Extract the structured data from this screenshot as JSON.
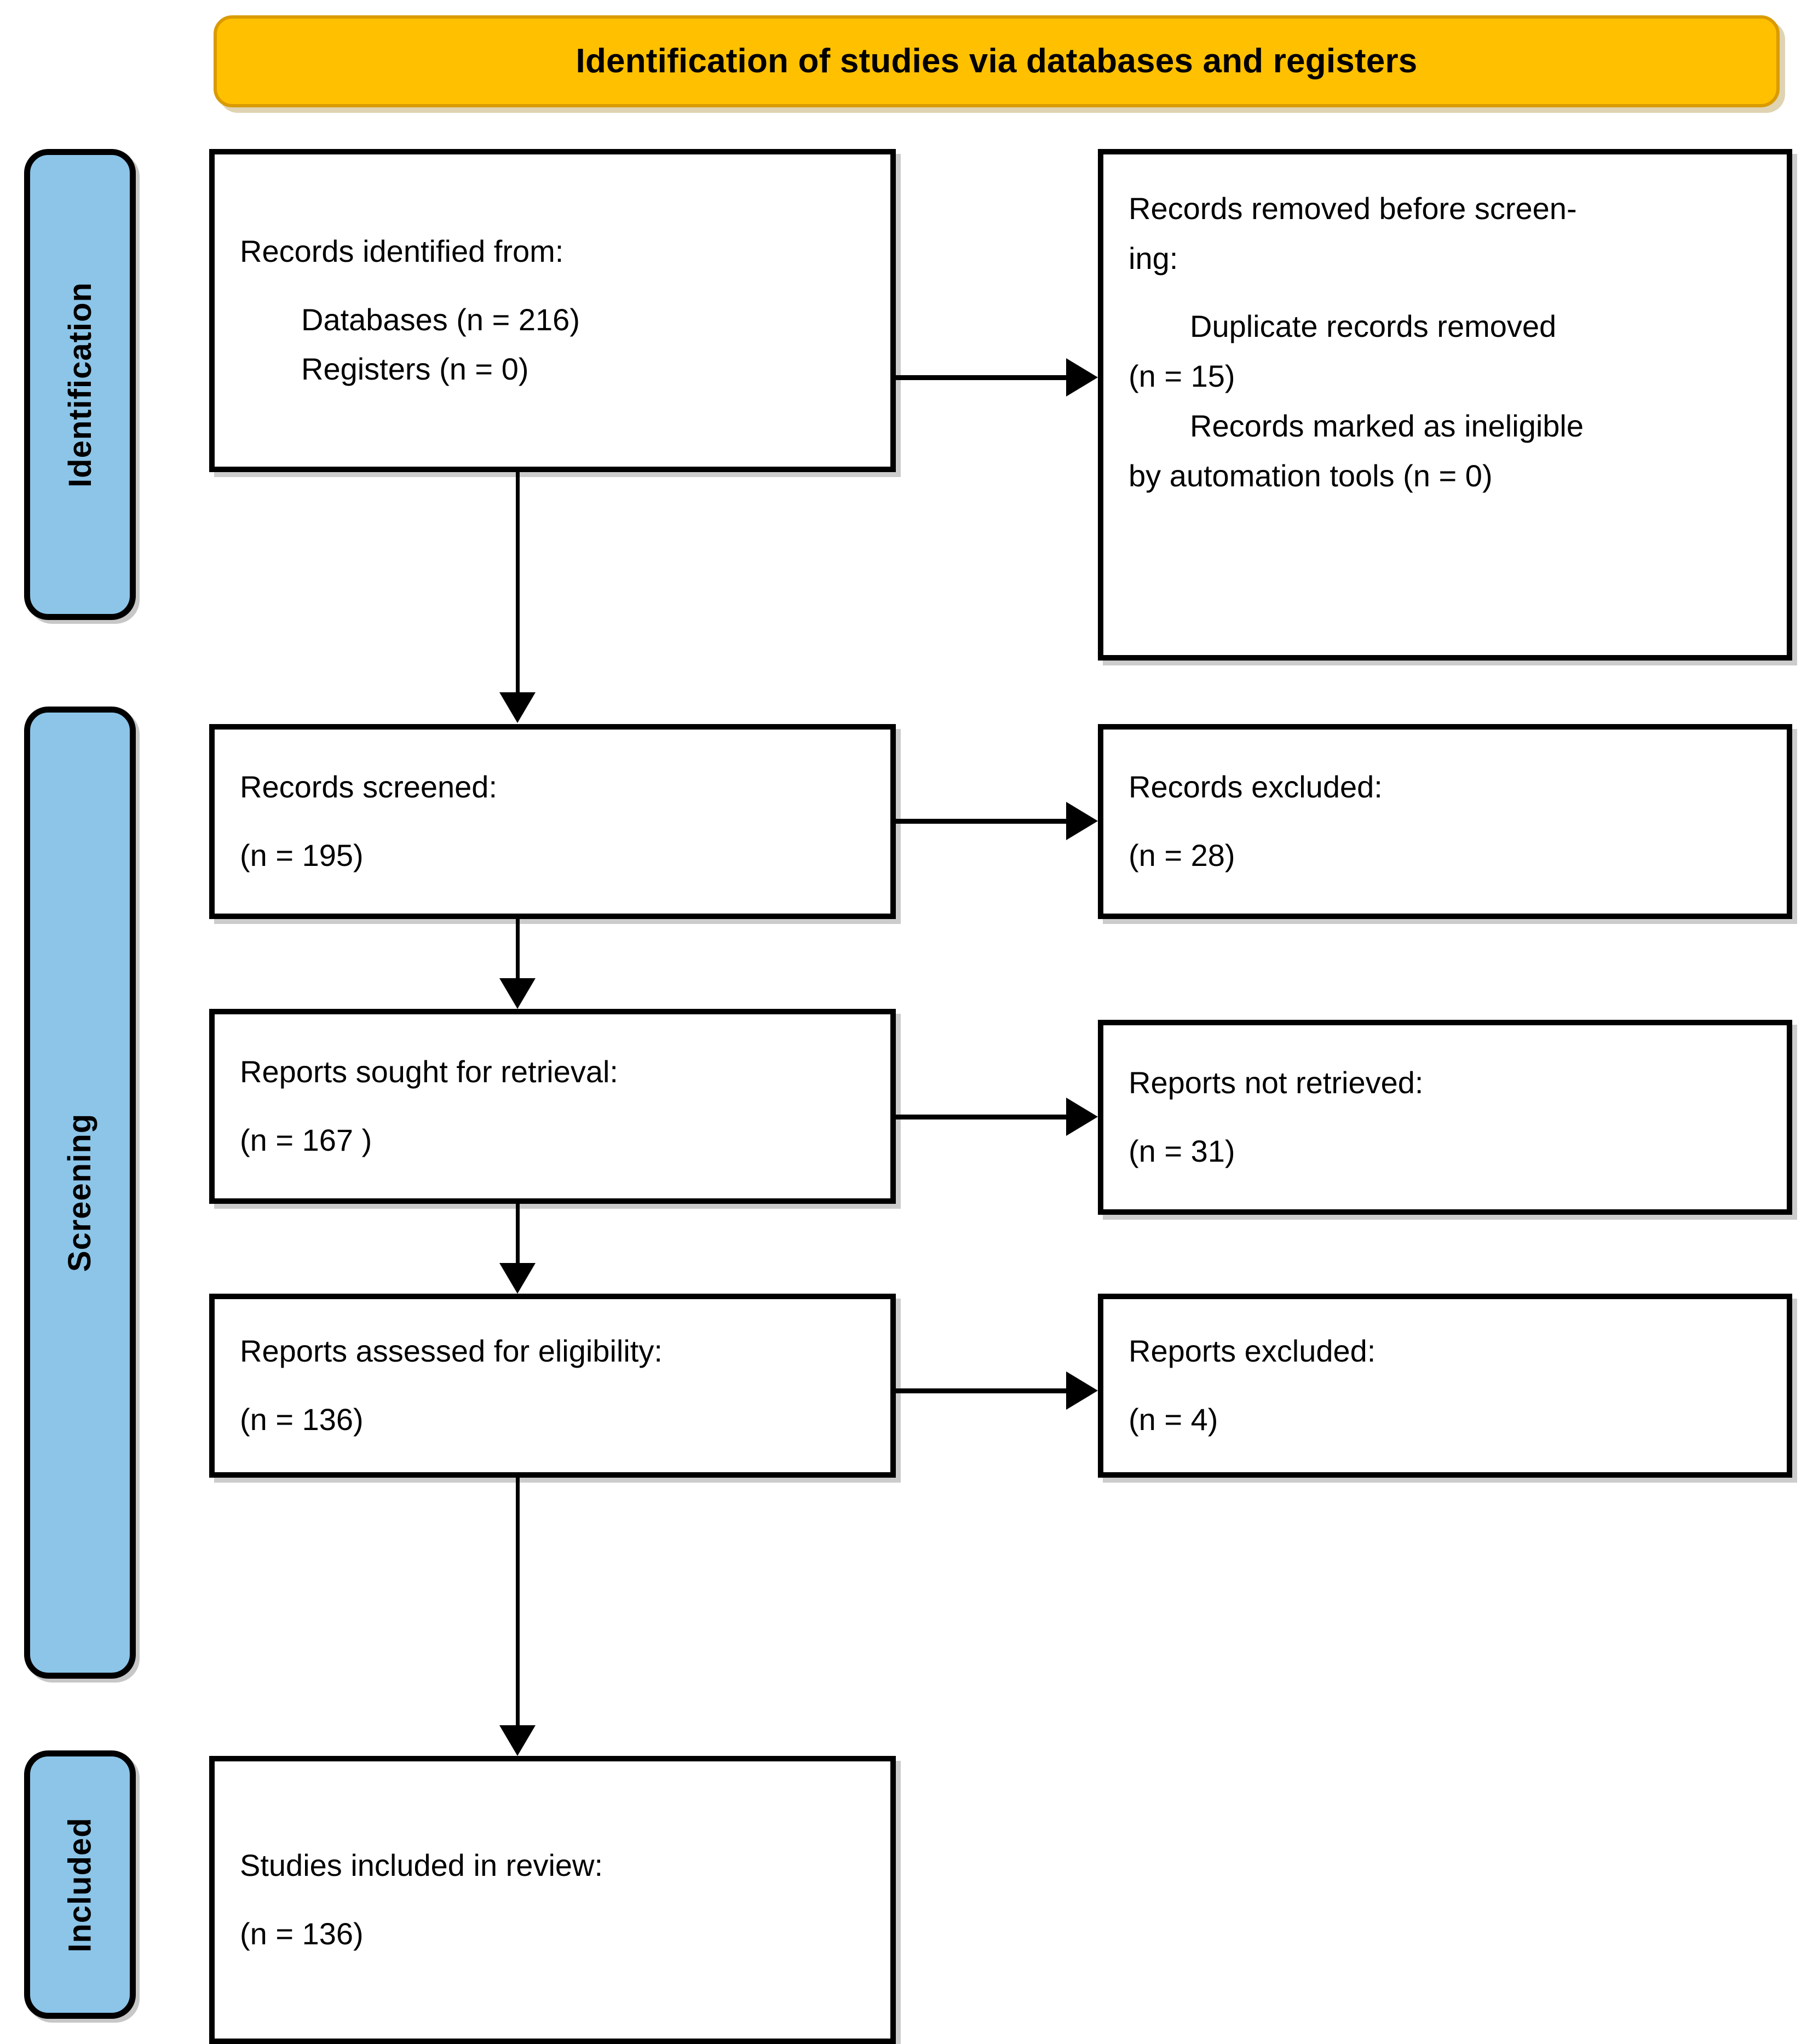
{
  "banner": {
    "title": "Identification of studies via databases and registers",
    "fill_color": "#FFC000"
  },
  "rails": {
    "fill_color": "#8CC5E8",
    "identification": "Identification",
    "screening": "Screening",
    "included": "Included"
  },
  "boxes": {
    "identified": {
      "heading": "Records identified from:",
      "item1": "Databases (n = 216)",
      "item2": "Registers (n = 0)"
    },
    "removed": {
      "heading_plain": "Records removed ",
      "heading_italic_a": "before screen-",
      "heading_italic_b": "ing",
      "heading_colon": ":",
      "item1": "Duplicate records removed",
      "item1b": "(n = 15)",
      "item2": "Records marked as ineligible",
      "item2b": "by automation tools (n = 0)"
    },
    "screened": {
      "heading": "Records screened:",
      "count": "(n = 195)"
    },
    "records_excluded": {
      "heading": "Records excluded:",
      "count": "(n = 28)"
    },
    "sought": {
      "heading": "Reports sought for retrieval:",
      "count": "(n = 167 )"
    },
    "not_retrieved": {
      "heading": "Reports not retrieved:",
      "count": "(n = 31)"
    },
    "assessed": {
      "heading": "Reports assessed for eligibility:",
      "count": "(n = 136)"
    },
    "reports_excluded": {
      "heading": "Reports excluded:",
      "count": "(n = 4)"
    },
    "included": {
      "heading": "Studies included in review:",
      "count": "(n = 136)"
    }
  },
  "chart_data": {
    "type": "diagram",
    "title": "Identification of studies via databases and registers",
    "diagram_kind": "PRISMA 2020 flow diagram",
    "stages": [
      "Identification",
      "Screening",
      "Included"
    ],
    "nodes": [
      {
        "id": "identified",
        "stage": "Identification",
        "label": "Records identified from:",
        "values": [
          {
            "source": "Databases",
            "n": 216
          },
          {
            "source": "Registers",
            "n": 0
          }
        ]
      },
      {
        "id": "removed",
        "stage": "Identification",
        "label": "Records removed before screening:",
        "values": [
          {
            "source": "Duplicate records removed",
            "n": 15
          },
          {
            "source": "Records marked as ineligible by automation tools",
            "n": 0
          }
        ]
      },
      {
        "id": "screened",
        "stage": "Screening",
        "label": "Records screened:",
        "n": 195
      },
      {
        "id": "records_excluded",
        "stage": "Screening",
        "label": "Records excluded:",
        "n": 28
      },
      {
        "id": "sought",
        "stage": "Screening",
        "label": "Reports sought for retrieval:",
        "n": 167
      },
      {
        "id": "not_retrieved",
        "stage": "Screening",
        "label": "Reports not retrieved:",
        "n": 31
      },
      {
        "id": "assessed",
        "stage": "Screening",
        "label": "Reports assessed for eligibility:",
        "n": 136
      },
      {
        "id": "reports_excluded",
        "stage": "Screening",
        "label": "Reports excluded:",
        "n": 4
      },
      {
        "id": "included",
        "stage": "Included",
        "label": "Studies included in review:",
        "n": 136
      }
    ],
    "edges": [
      {
        "from": "identified",
        "to": "removed",
        "direction": "right"
      },
      {
        "from": "identified",
        "to": "screened",
        "direction": "down"
      },
      {
        "from": "screened",
        "to": "records_excluded",
        "direction": "right"
      },
      {
        "from": "screened",
        "to": "sought",
        "direction": "down"
      },
      {
        "from": "sought",
        "to": "not_retrieved",
        "direction": "right"
      },
      {
        "from": "sought",
        "to": "assessed",
        "direction": "down"
      },
      {
        "from": "assessed",
        "to": "reports_excluded",
        "direction": "right"
      },
      {
        "from": "assessed",
        "to": "included",
        "direction": "down"
      }
    ]
  }
}
